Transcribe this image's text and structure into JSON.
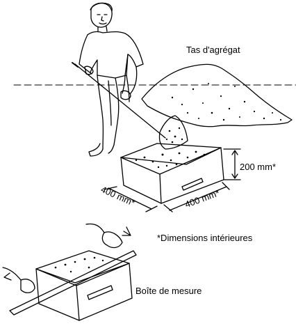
{
  "labels": {
    "pile": "Tas d'agrégat",
    "height": "200 mm*",
    "width_left": "400 mm*",
    "width_right": "400 mm*",
    "note": "*Dimensions intérieures",
    "box": "Boîte de mesure"
  }
}
